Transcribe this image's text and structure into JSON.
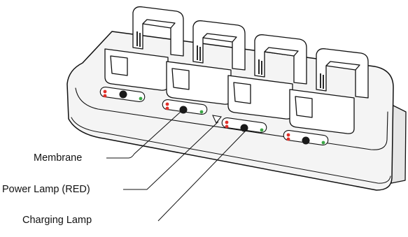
{
  "callouts": {
    "membrane": "Membrane",
    "power_lamp": "Power Lamp (RED)",
    "charging_lamp": "Charging Lamp"
  },
  "colors": {
    "outline": "#111111",
    "body_fill": "#f4f4f4",
    "cup_fill": "#ffffff",
    "power_led": "#e0302a",
    "charge_led": "#3aa745",
    "button": "#1a1a1a"
  }
}
